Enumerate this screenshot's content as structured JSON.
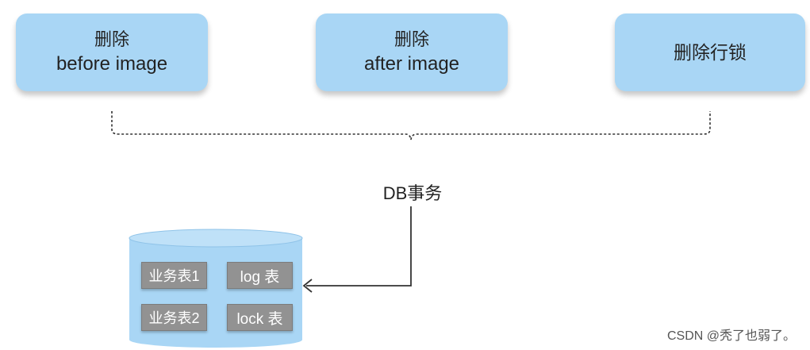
{
  "steps": [
    {
      "line1": "删除",
      "line2": "before image"
    },
    {
      "line1": "删除",
      "line2": "after image"
    },
    {
      "line1": "删除行锁"
    }
  ],
  "transaction_label": "DB事务",
  "database": {
    "tables": [
      "业务表1",
      "log 表",
      "业务表2",
      "lock 表"
    ]
  },
  "watermark": "CSDN @秃了也弱了。",
  "colors": {
    "box_fill": "#a9d6f5",
    "cylinder_fill": "#a9d6f5",
    "table_fill": "#929292",
    "connector": "#333333"
  }
}
